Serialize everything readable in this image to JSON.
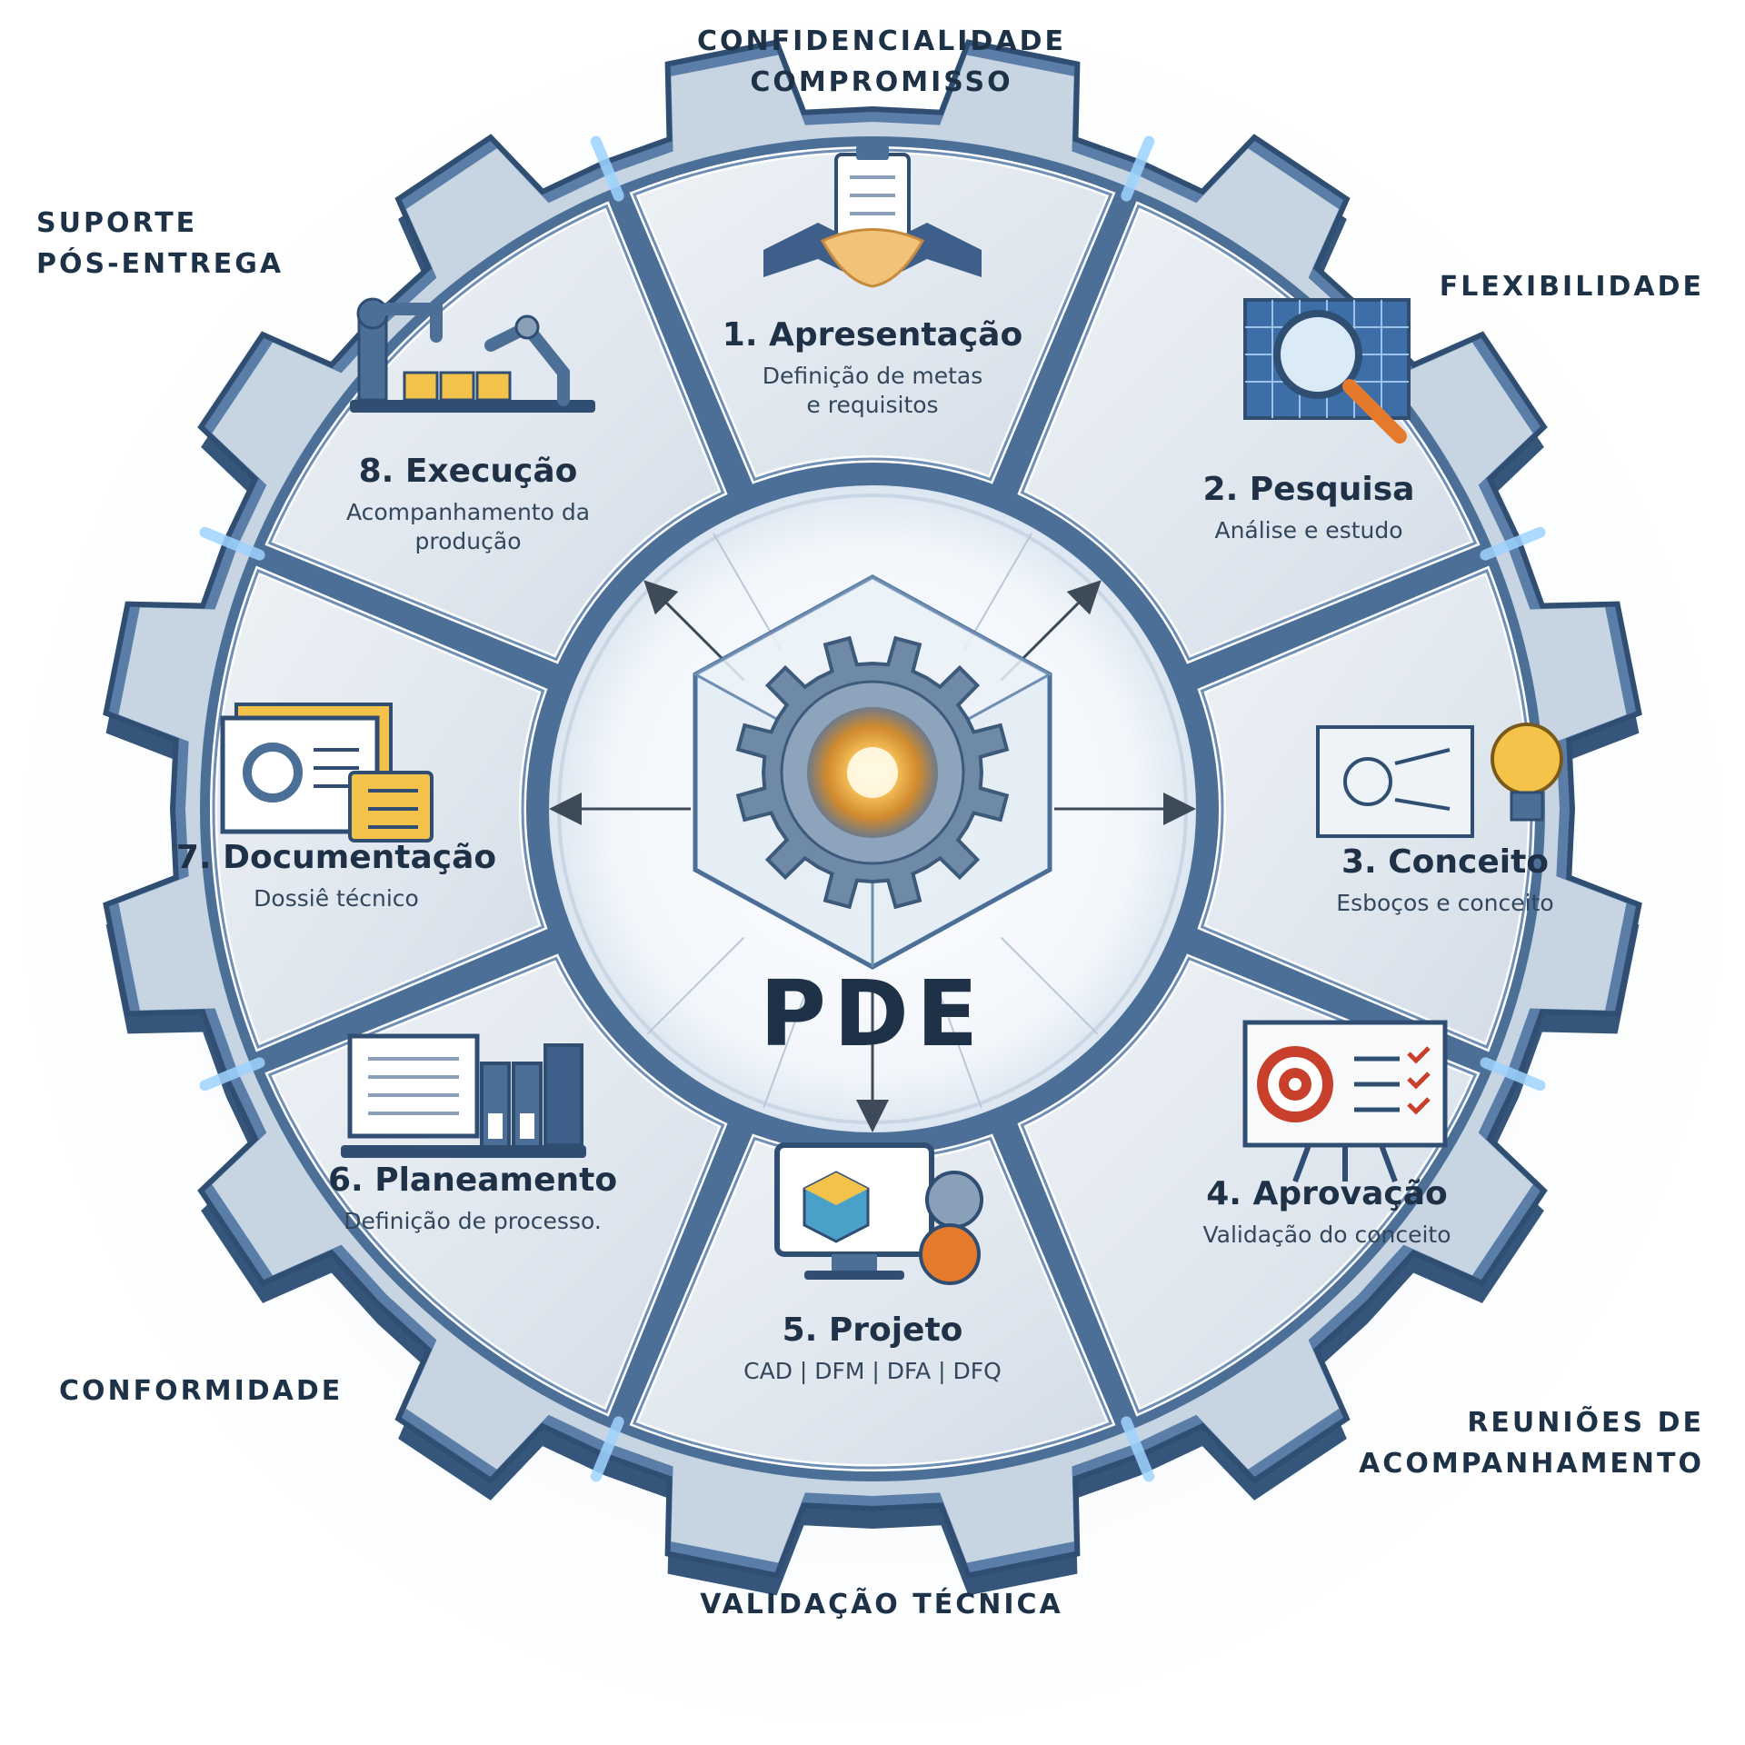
{
  "center": {
    "title": "PDE"
  },
  "stages": [
    {
      "number": "1.",
      "title": "Apresentação",
      "subtitle": [
        "Definição de metas",
        "e requisitos"
      ],
      "icon": "handshake-contract-icon"
    },
    {
      "number": "2.",
      "title": "Pesquisa",
      "subtitle": [
        "Análise e estudo"
      ],
      "icon": "magnifier-blueprint-icon"
    },
    {
      "number": "3.",
      "title": "Conceito",
      "subtitle": [
        "Esboços e conceito"
      ],
      "icon": "sketch-lightbulb-icon"
    },
    {
      "number": "4.",
      "title": "Aprovação",
      "subtitle": [
        "Validação do conceito"
      ],
      "icon": "target-checklist-icon"
    },
    {
      "number": "5.",
      "title": "Projeto",
      "subtitle": [
        "CAD | DFM | DFA | DFQ"
      ],
      "icon": "cad-monitor-icon"
    },
    {
      "number": "6.",
      "title": "Planeamento",
      "subtitle": [
        "Definição de processo."
      ],
      "icon": "binders-folders-icon"
    },
    {
      "number": "7.",
      "title": "Documentação",
      "subtitle": [
        "Dossiê técnico"
      ],
      "icon": "documents-gear-icon"
    },
    {
      "number": "8.",
      "title": "Execução",
      "subtitle": [
        "Acompanhamento da",
        "produção"
      ],
      "icon": "robot-arm-production-icon"
    }
  ],
  "values": [
    {
      "lines": [
        "CONFIDENCIALIDADE",
        "COMPROMISSO"
      ]
    },
    {
      "lines": [
        "FLEXIBILIDADE"
      ]
    },
    {
      "lines": [
        "REUNIÕES DE",
        "ACOMPANHAMENTO"
      ]
    },
    {
      "lines": [
        "VALIDAÇÃO TÉCNICA"
      ]
    },
    {
      "lines": [
        "CONFORMIDADE"
      ]
    },
    {
      "lines": [
        "SUPORTE",
        "PÓS-ENTREGA"
      ]
    }
  ],
  "colors": {
    "navy": "#1e3146",
    "steel": "#4c6f98",
    "ice": "#e6ecf3",
    "glow": "#f5b642",
    "accent_orange": "#e57a2c",
    "accent_red": "#c8402c"
  }
}
